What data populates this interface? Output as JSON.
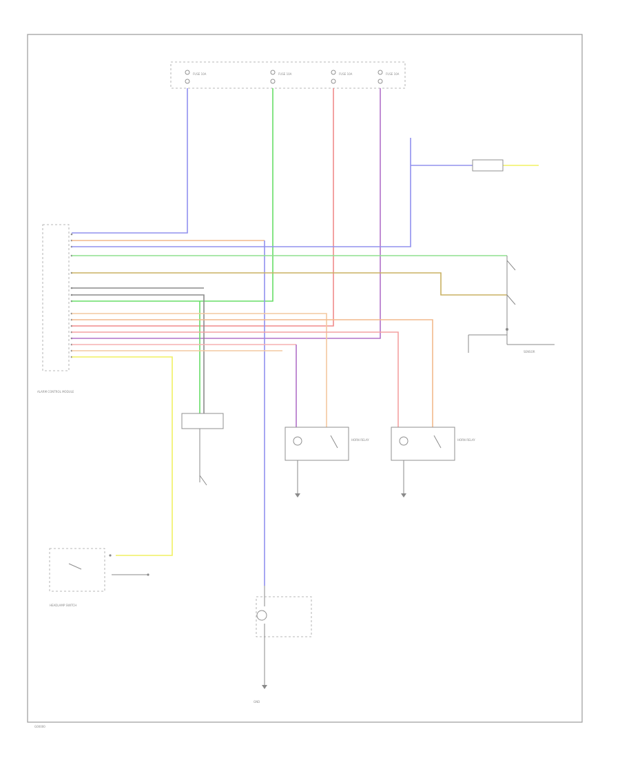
{
  "footer": {
    "code": "G00000"
  },
  "fuses": {
    "fuse_a": "FUSE 10A",
    "fuse_b": "FUSE 10A",
    "fuse_c": "FUSE 10A",
    "fuse_d": "FUSE 10A"
  },
  "components": {
    "control_module": "ALARM CONTROL MODULE",
    "relay_left": "HORN RELAY",
    "relay_right": "HORN RELAY",
    "headlamp_switch": "HEADLAMP SWITCH",
    "ground_bottom": "GND",
    "sensor_right": "SENSOR"
  },
  "wire_colors": {
    "blue": "#9090ee",
    "green": "#66dd66",
    "red": "#f08a8a",
    "purple": "#b070c8",
    "orange": "#f2b98c",
    "olive": "#c8b060",
    "yellow": "#f0f060",
    "gray": "#8a8a8a",
    "pink": "#f4a0a0"
  }
}
